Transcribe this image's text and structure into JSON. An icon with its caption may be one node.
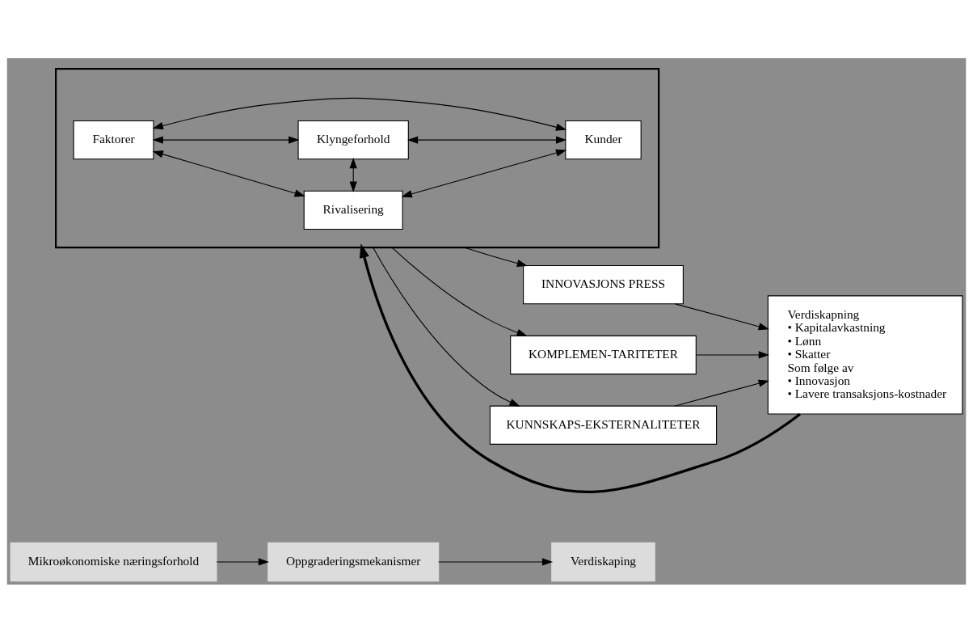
{
  "diagram": {
    "nodes": [
      {
        "text": [
          "Mikroøkonomiske næringsforhold"
        ]
      },
      {
        "text": [
          "Oppgraderingsmekanismer"
        ]
      },
      {
        "text": [
          "Verdiskaping"
        ]
      },
      {
        "text": [],
        "shape": "box"
      },
      {
        "text": [
          "Rivalisering"
        ],
        "in": 3
      },
      {
        "text": [
          "Faktorer"
        ],
        "in": 3
      },
      {
        "text": [
          "Kunder"
        ],
        "in": 3
      },
      {
        "text": [
          "Klyngeforhold"
        ],
        "in": 3
      },
      {
        "text": [
          "INNOVASJONS PRESS"
        ]
      },
      {
        "text": [
          "KOMPLEMEN-TARITETER"
        ]
      },
      {
        "text": [
          "KUNNSKAPS-EKSTERNALITETER"
        ]
      },
      {
        "text": [
          "Verdiskapning",
          "• Kapitalavkastning",
          "• Lønn",
          "• Skatter",
          "Som følge av",
          "• Innovasjon",
          "• Lavere transaksjons-kostnader"
        ]
      }
    ],
    "edges": [
      {
        "from": 0,
        "to": 1,
        "arrow": "to"
      },
      {
        "from": 1,
        "to": 2,
        "arrow": "to"
      },
      {
        "from": 5,
        "to": 4,
        "arrow": "both"
      },
      {
        "from": 4,
        "to": 6,
        "arrow": "both"
      },
      {
        "from": 5,
        "to": 6,
        "arrow": "both"
      },
      {
        "from": 4,
        "to": 7,
        "arrow": "both"
      },
      {
        "from": 5,
        "to": 7,
        "arrow": "both"
      },
      {
        "from": 7,
        "to": 6,
        "arrow": "both"
      },
      {
        "from": 3,
        "to": 8,
        "arrow": "to"
      },
      {
        "from": 3,
        "to": 9,
        "arrow": "to"
      },
      {
        "from": 3,
        "to": 10,
        "arrow": "to"
      },
      {
        "from": 8,
        "to": 11,
        "arrow": "to"
      },
      {
        "from": 9,
        "to": 11,
        "arrow": "to"
      },
      {
        "from": 10,
        "to": 11,
        "arrow": "to"
      },
      {
        "from": 11,
        "to": 3,
        "arrow": "to",
        "style": "thick"
      }
    ]
  }
}
